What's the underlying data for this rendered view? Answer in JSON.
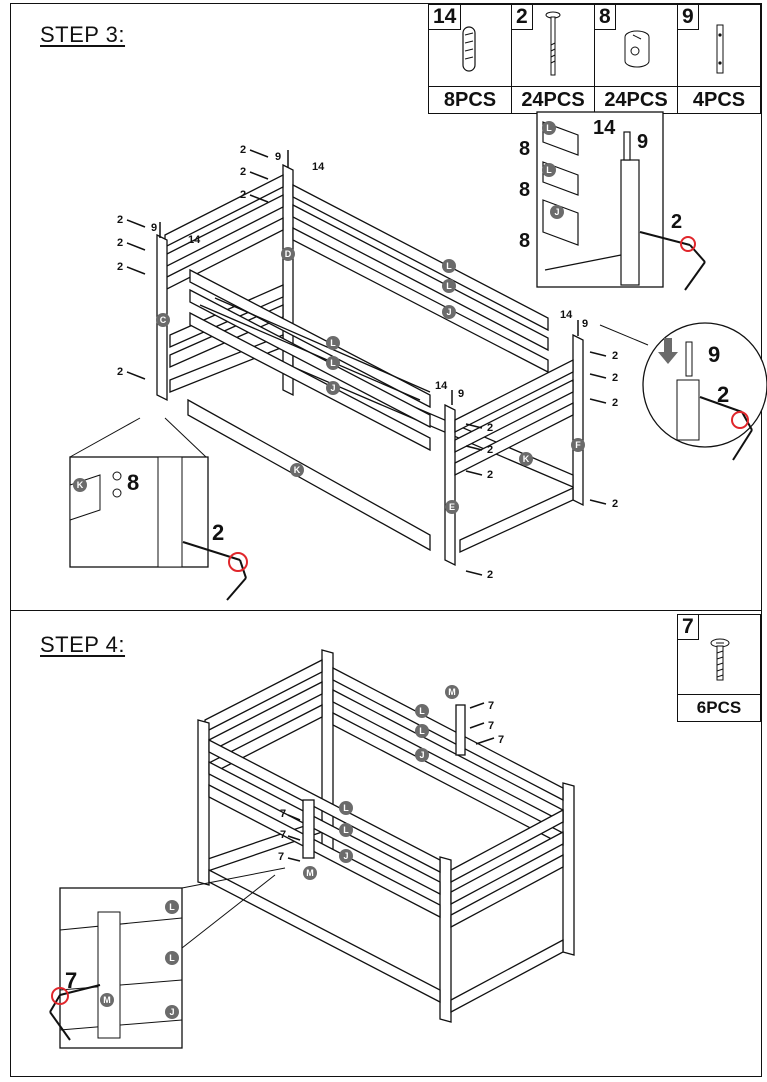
{
  "steps": [
    {
      "title": "STEP 3:",
      "parts": [
        {
          "number": "14",
          "quantity": "8PCS",
          "icon": "wooden-dowel-icon"
        },
        {
          "number": "2",
          "quantity": "24PCS",
          "icon": "long-bolt-icon"
        },
        {
          "number": "8",
          "quantity": "24PCS",
          "icon": "barrel-nut-icon"
        },
        {
          "number": "9",
          "quantity": "4PCS",
          "icon": "connector-pin-icon"
        }
      ],
      "panel_labels": [
        "C",
        "D",
        "E",
        "F",
        "J",
        "K",
        "L"
      ],
      "callouts": {
        "bolt": "2",
        "pin": "9",
        "dowel": "14",
        "nut": "8"
      }
    },
    {
      "title": "STEP 4:",
      "parts": [
        {
          "number": "7",
          "quantity": "6PCS",
          "icon": "screw-icon"
        }
      ],
      "panel_labels": [
        "L",
        "J",
        "M"
      ],
      "callouts": {
        "screw": "7"
      }
    }
  ],
  "colors": {
    "line": "#111111",
    "wood_fill": "#ffffff",
    "label_circle": "#6b6b6b",
    "tool_accent": "#e0262b"
  }
}
